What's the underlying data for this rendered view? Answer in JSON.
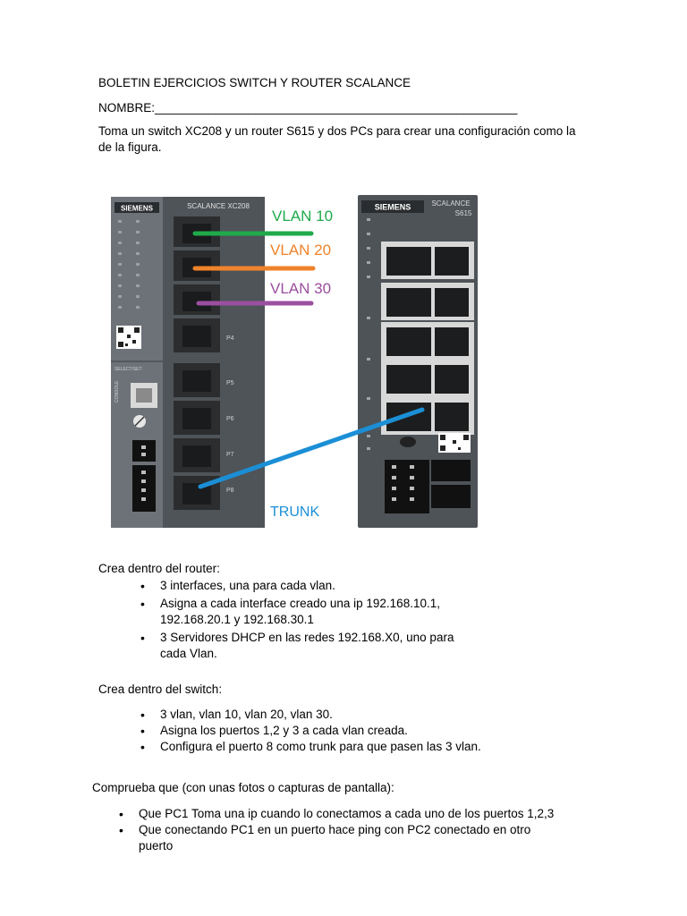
{
  "doc": {
    "title": "BOLETIN EJERCICIOS SWITCH Y ROUTER SCALANCE",
    "name_label": "NOMBRE:______________________________________________________",
    "intro": "Toma un switch XC208 y un router S615 y dos PCs para crear una configuración como la de la figura."
  },
  "figure": {
    "switch_brand": "SIEMENS",
    "switch_model": "SCALANCE XC208",
    "router_brand": "SIEMENS",
    "router_model_line1": "SCALANCE",
    "router_model_line2": "S615",
    "vlan_labels": [
      "VLAN 10",
      "VLAN 20",
      "VLAN 30"
    ],
    "trunk_label": "TRUNK",
    "switch_port_labels": [
      "P4",
      "P5",
      "P6",
      "P7",
      "P8"
    ],
    "switch_side_labels": [
      "SELECT/SET",
      "CONSOLE"
    ],
    "colors": {
      "vlan10": "#1faa4a",
      "vlan20": "#f0832a",
      "vlan30": "#9b4fa0",
      "trunk": "#1b8fd6"
    }
  },
  "router_section": {
    "heading": "Crea dentro del router:",
    "items": [
      "3 interfaces, una para cada vlan.",
      "Asigna a cada interface creado una ip 192.168.10.1, 192.168.20.1 y 192.168.30.1",
      "3 Servidores DHCP en las redes 192.168.X0, uno para cada Vlan."
    ]
  },
  "switch_section": {
    "heading": "Crea dentro del switch:",
    "items": [
      "3 vlan, vlan 10, vlan 20, vlan 30.",
      "Asigna los puertos 1,2 y 3 a cada vlan creada.",
      "Configura el puerto 8 como trunk para que pasen las 3 vlan."
    ]
  },
  "check_section": {
    "heading": "Comprueba que (con unas  fotos o capturas de pantalla):",
    "items": [
      "Que PC1 Toma una ip cuando lo conectamos a cada uno de los puertos 1,2,3",
      "Que conectando PC1 en un puerto hace ping con PC2 conectado en otro puerto"
    ]
  }
}
